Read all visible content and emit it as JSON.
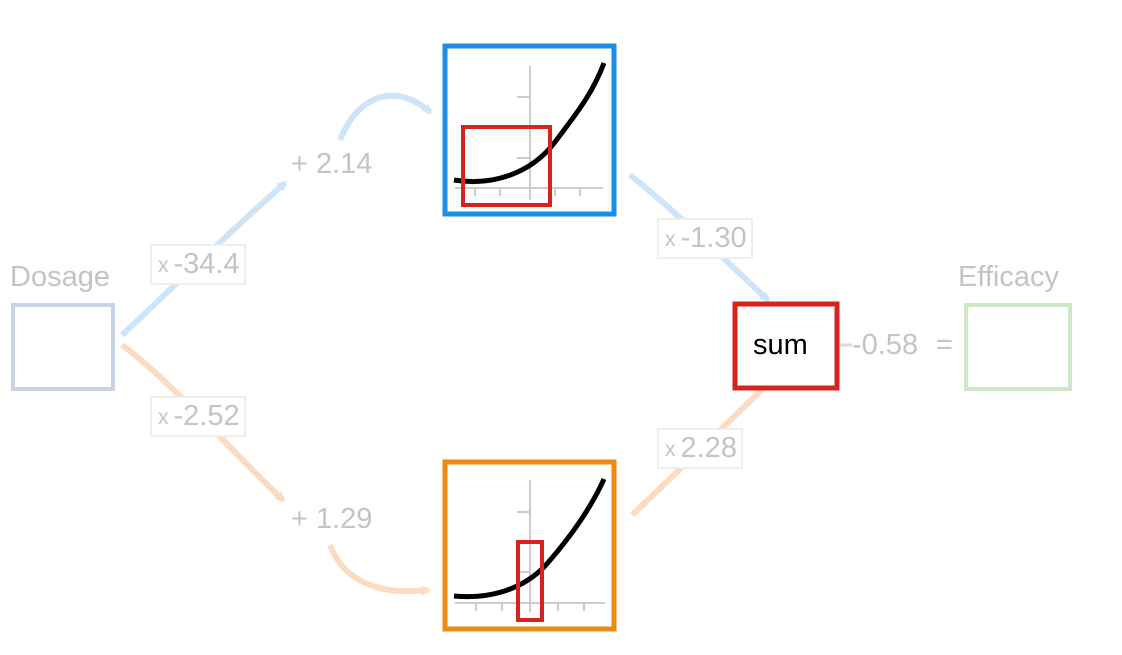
{
  "input": {
    "label": "Dosage"
  },
  "output": {
    "label": "Efficacy"
  },
  "top_path": {
    "input_weight": "-34.4",
    "bias": "+ 2.14",
    "output_weight": "-1.30"
  },
  "bottom_path": {
    "input_weight": "-2.52",
    "bias": "+ 1.29",
    "output_weight": "2.28"
  },
  "weight_prefix": "x",
  "sum_node": {
    "label": "sum",
    "final_bias": "-0.58",
    "equals": "="
  },
  "colors": {
    "top_node": "#1a8fe6",
    "bottom_node": "#ef8a11",
    "highlight": "#d7231e",
    "input_box": "#c9d3e2",
    "output_box": "#cfe6c7",
    "arrow_blue": "#cfe4f7",
    "arrow_orange": "#fbdcc0"
  },
  "icons": [
    "curve-icon",
    "arrow-icon"
  ]
}
